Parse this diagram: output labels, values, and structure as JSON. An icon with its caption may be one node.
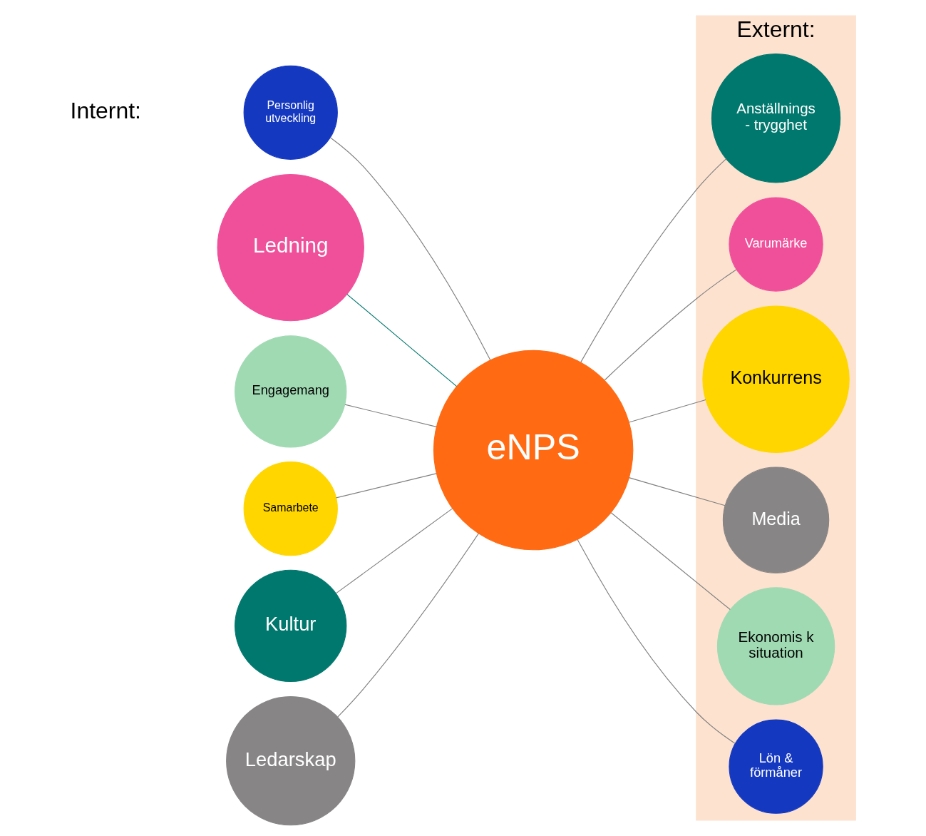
{
  "diagram": {
    "nodes": [
      {
        "text": [
          "Externt:"
        ]
      },
      {
        "text": [
          "eNPS"
        ]
      },
      {
        "text": [
          "Personlig utveckling"
        ]
      },
      {
        "text": [
          "Ledning"
        ]
      },
      {
        "text": [
          "Engagemang"
        ]
      },
      {
        "text": [
          "Samarbete"
        ]
      },
      {
        "text": [
          "Kultur"
        ]
      },
      {
        "text": [
          "Ledarskap"
        ]
      },
      {
        "text": [
          "Anställnings - trygghet"
        ],
        "in": 0
      },
      {
        "text": [
          "Varumärke"
        ],
        "in": 0
      },
      {
        "text": [
          "Konkurrens"
        ],
        "in": 0
      },
      {
        "text": [
          "Media"
        ],
        "in": 0
      },
      {
        "text": [
          "Ekonomis k situation"
        ],
        "in": 0
      },
      {
        "text": [
          "Lön & förmåner"
        ],
        "in": 0
      }
    ],
    "edges": [
      {
        "from": 2,
        "to": 1,
        "arrow": "none"
      },
      {
        "from": 3,
        "to": 1,
        "arrow": "none",
        "color": "#00786e"
      },
      {
        "from": 4,
        "to": 1,
        "arrow": "none"
      },
      {
        "from": 5,
        "to": 1,
        "arrow": "none"
      },
      {
        "from": 6,
        "to": 1,
        "arrow": "none"
      },
      {
        "from": 7,
        "to": 1,
        "arrow": "none"
      },
      {
        "from": 1,
        "to": 8,
        "arrow": "none"
      },
      {
        "from": 1,
        "to": 9,
        "arrow": "none"
      },
      {
        "from": 1,
        "to": 10,
        "arrow": "none"
      },
      {
        "from": 1,
        "to": 11,
        "arrow": "none"
      },
      {
        "from": 1,
        "to": 12,
        "arrow": "none"
      },
      {
        "from": 1,
        "to": 13,
        "arrow": "none"
      }
    ],
    "labels": [
      "Internt:"
    ]
  }
}
